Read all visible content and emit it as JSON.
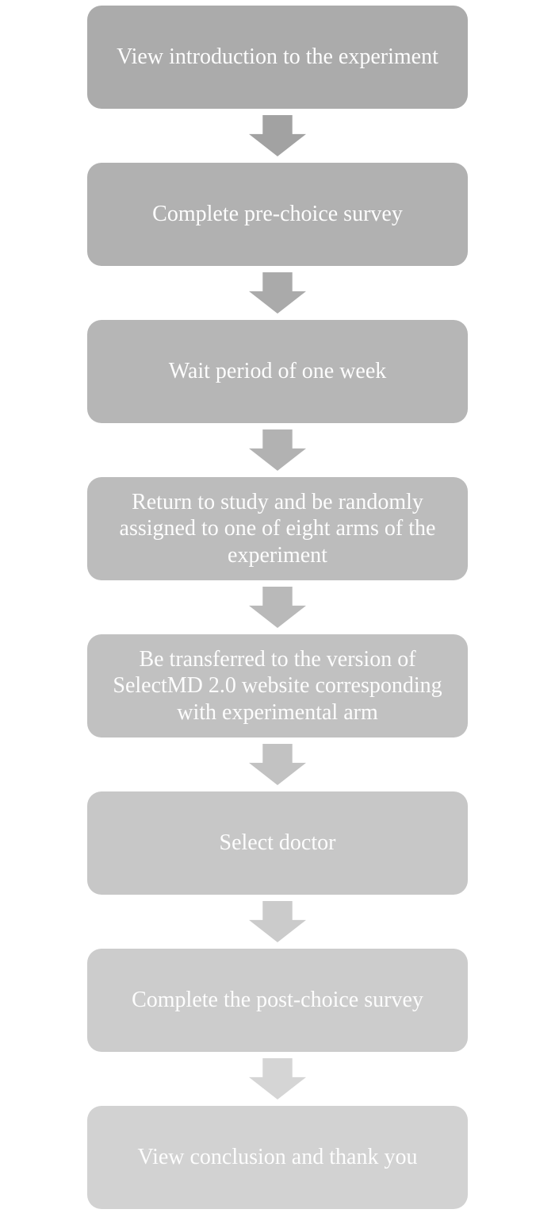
{
  "figure": {
    "type": "flowchart",
    "background": "#ffffff",
    "text_color": "#fdfdfd",
    "direction": "top-to-bottom",
    "steps": [
      {
        "label": "View introduction to the experiment",
        "box_color": "#ababab",
        "arrow_color": "#a2a2a2"
      },
      {
        "label": "Complete pre-choice survey",
        "box_color": "#b1b1b1",
        "arrow_color": "#aaaaaa"
      },
      {
        "label": "Wait period of one week",
        "box_color": "#b6b6b6",
        "arrow_color": "#b2b2b2"
      },
      {
        "label": "Return to study and be randomly\nassigned to one of eight arms of the\nexperiment",
        "box_color": "#bcbcbc",
        "arrow_color": "#b9b9b9"
      },
      {
        "label": "Be transferred to the version of\nSelectMD 2.0 website corresponding\nwith experimental arm",
        "box_color": "#c1c1c1",
        "arrow_color": "#c2c2c2"
      },
      {
        "label": "Select doctor",
        "box_color": "#c7c7c7",
        "arrow_color": "#cbcbcb"
      },
      {
        "label": "Complete the post-choice survey",
        "box_color": "#cccccc",
        "arrow_color": "#d5d5d5"
      },
      {
        "label": "View conclusion and thank you",
        "box_color": "#d2d2d2",
        "arrow_color": null
      }
    ]
  }
}
